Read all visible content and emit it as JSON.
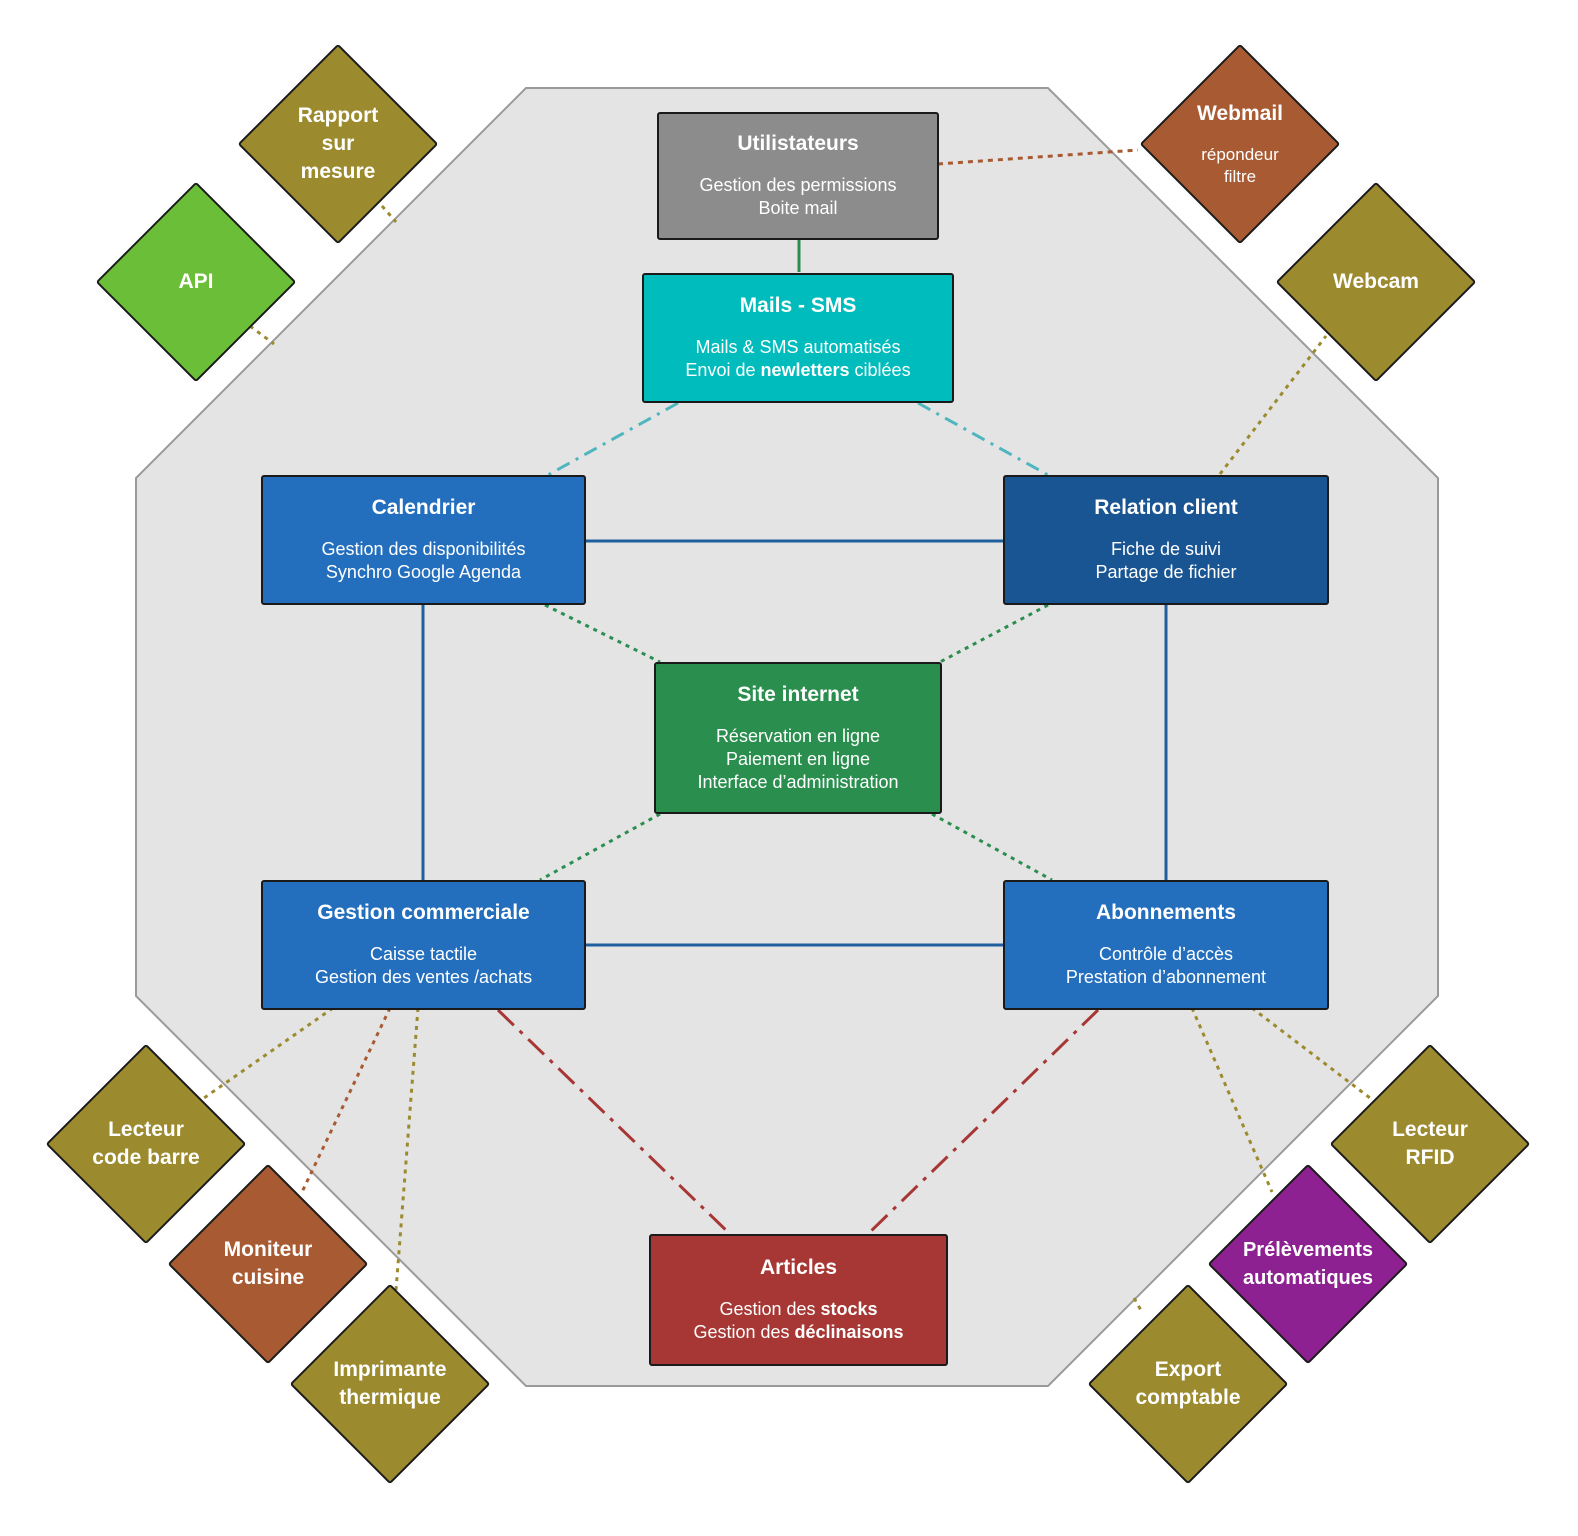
{
  "colors": {
    "octagon_fill": "#e4e4e4",
    "octagon_stroke": "#9a9a9a",
    "gray": "#8c8c8c",
    "teal": "#00bcbc",
    "blue": "#236fbe",
    "dark_blue": "#1a5593",
    "green": "#2a8f4e",
    "red": "#a73734",
    "olive": "#9c8a2f",
    "lime": "#6bbe38",
    "rust": "#a85a33",
    "purple": "#8d2191"
  },
  "modules": {
    "utilisateurs": {
      "title": "Utilistateurs",
      "line1": "Gestion des permissions",
      "line2": "Boite mail"
    },
    "mails_sms": {
      "title": "Mails - SMS",
      "line1": "Mails & SMS automatisés",
      "line2_prefix": "Envoi de ",
      "line2_bold": "newletters",
      "line2_suffix": " ciblées"
    },
    "calendrier": {
      "title": "Calendrier",
      "line1": "Gestion des disponibilités",
      "line2": "Synchro Google Agenda"
    },
    "relation_client": {
      "title": "Relation client",
      "line1": "Fiche de suivi",
      "line2": "Partage de fichier"
    },
    "site_internet": {
      "title": "Site internet",
      "line1": "Réservation en ligne",
      "line2": "Paiement en ligne",
      "line3": "Interface d’administration"
    },
    "gestion_commerciale": {
      "title": "Gestion commerciale",
      "line1": "Caisse tactile",
      "line2": "Gestion des ventes /achats"
    },
    "abonnements": {
      "title": "Abonnements",
      "line1": "Contrôle d’accès",
      "line2": "Prestation d’abonnement"
    },
    "articles": {
      "title": "Articles",
      "line1_prefix": "Gestion des ",
      "line1_bold": "stocks",
      "line2_prefix": "Gestion des ",
      "line2_bold": "déclinaisons"
    }
  },
  "peripherals": {
    "rapport": {
      "line1": "Rapport",
      "line2": "sur",
      "line3": "mesure"
    },
    "api": {
      "line1": "API"
    },
    "webmail": {
      "title": "Webmail",
      "sub1": "répondeur",
      "sub2": "filtre"
    },
    "webcam": {
      "line1": "Webcam"
    },
    "lecteur_code_barre": {
      "line1": "Lecteur",
      "line2": "code barre"
    },
    "moniteur_cuisine": {
      "line1": "Moniteur",
      "line2": "cuisine"
    },
    "imprimante": {
      "line1": "Imprimante",
      "line2": "thermique"
    },
    "lecteur_rfid": {
      "line1": "Lecteur",
      "line2": "RFID"
    },
    "prelevements": {
      "line1": "Prélèvements",
      "line2": "automatiques"
    },
    "export": {
      "line1": "Export",
      "line2": "comptable"
    }
  }
}
